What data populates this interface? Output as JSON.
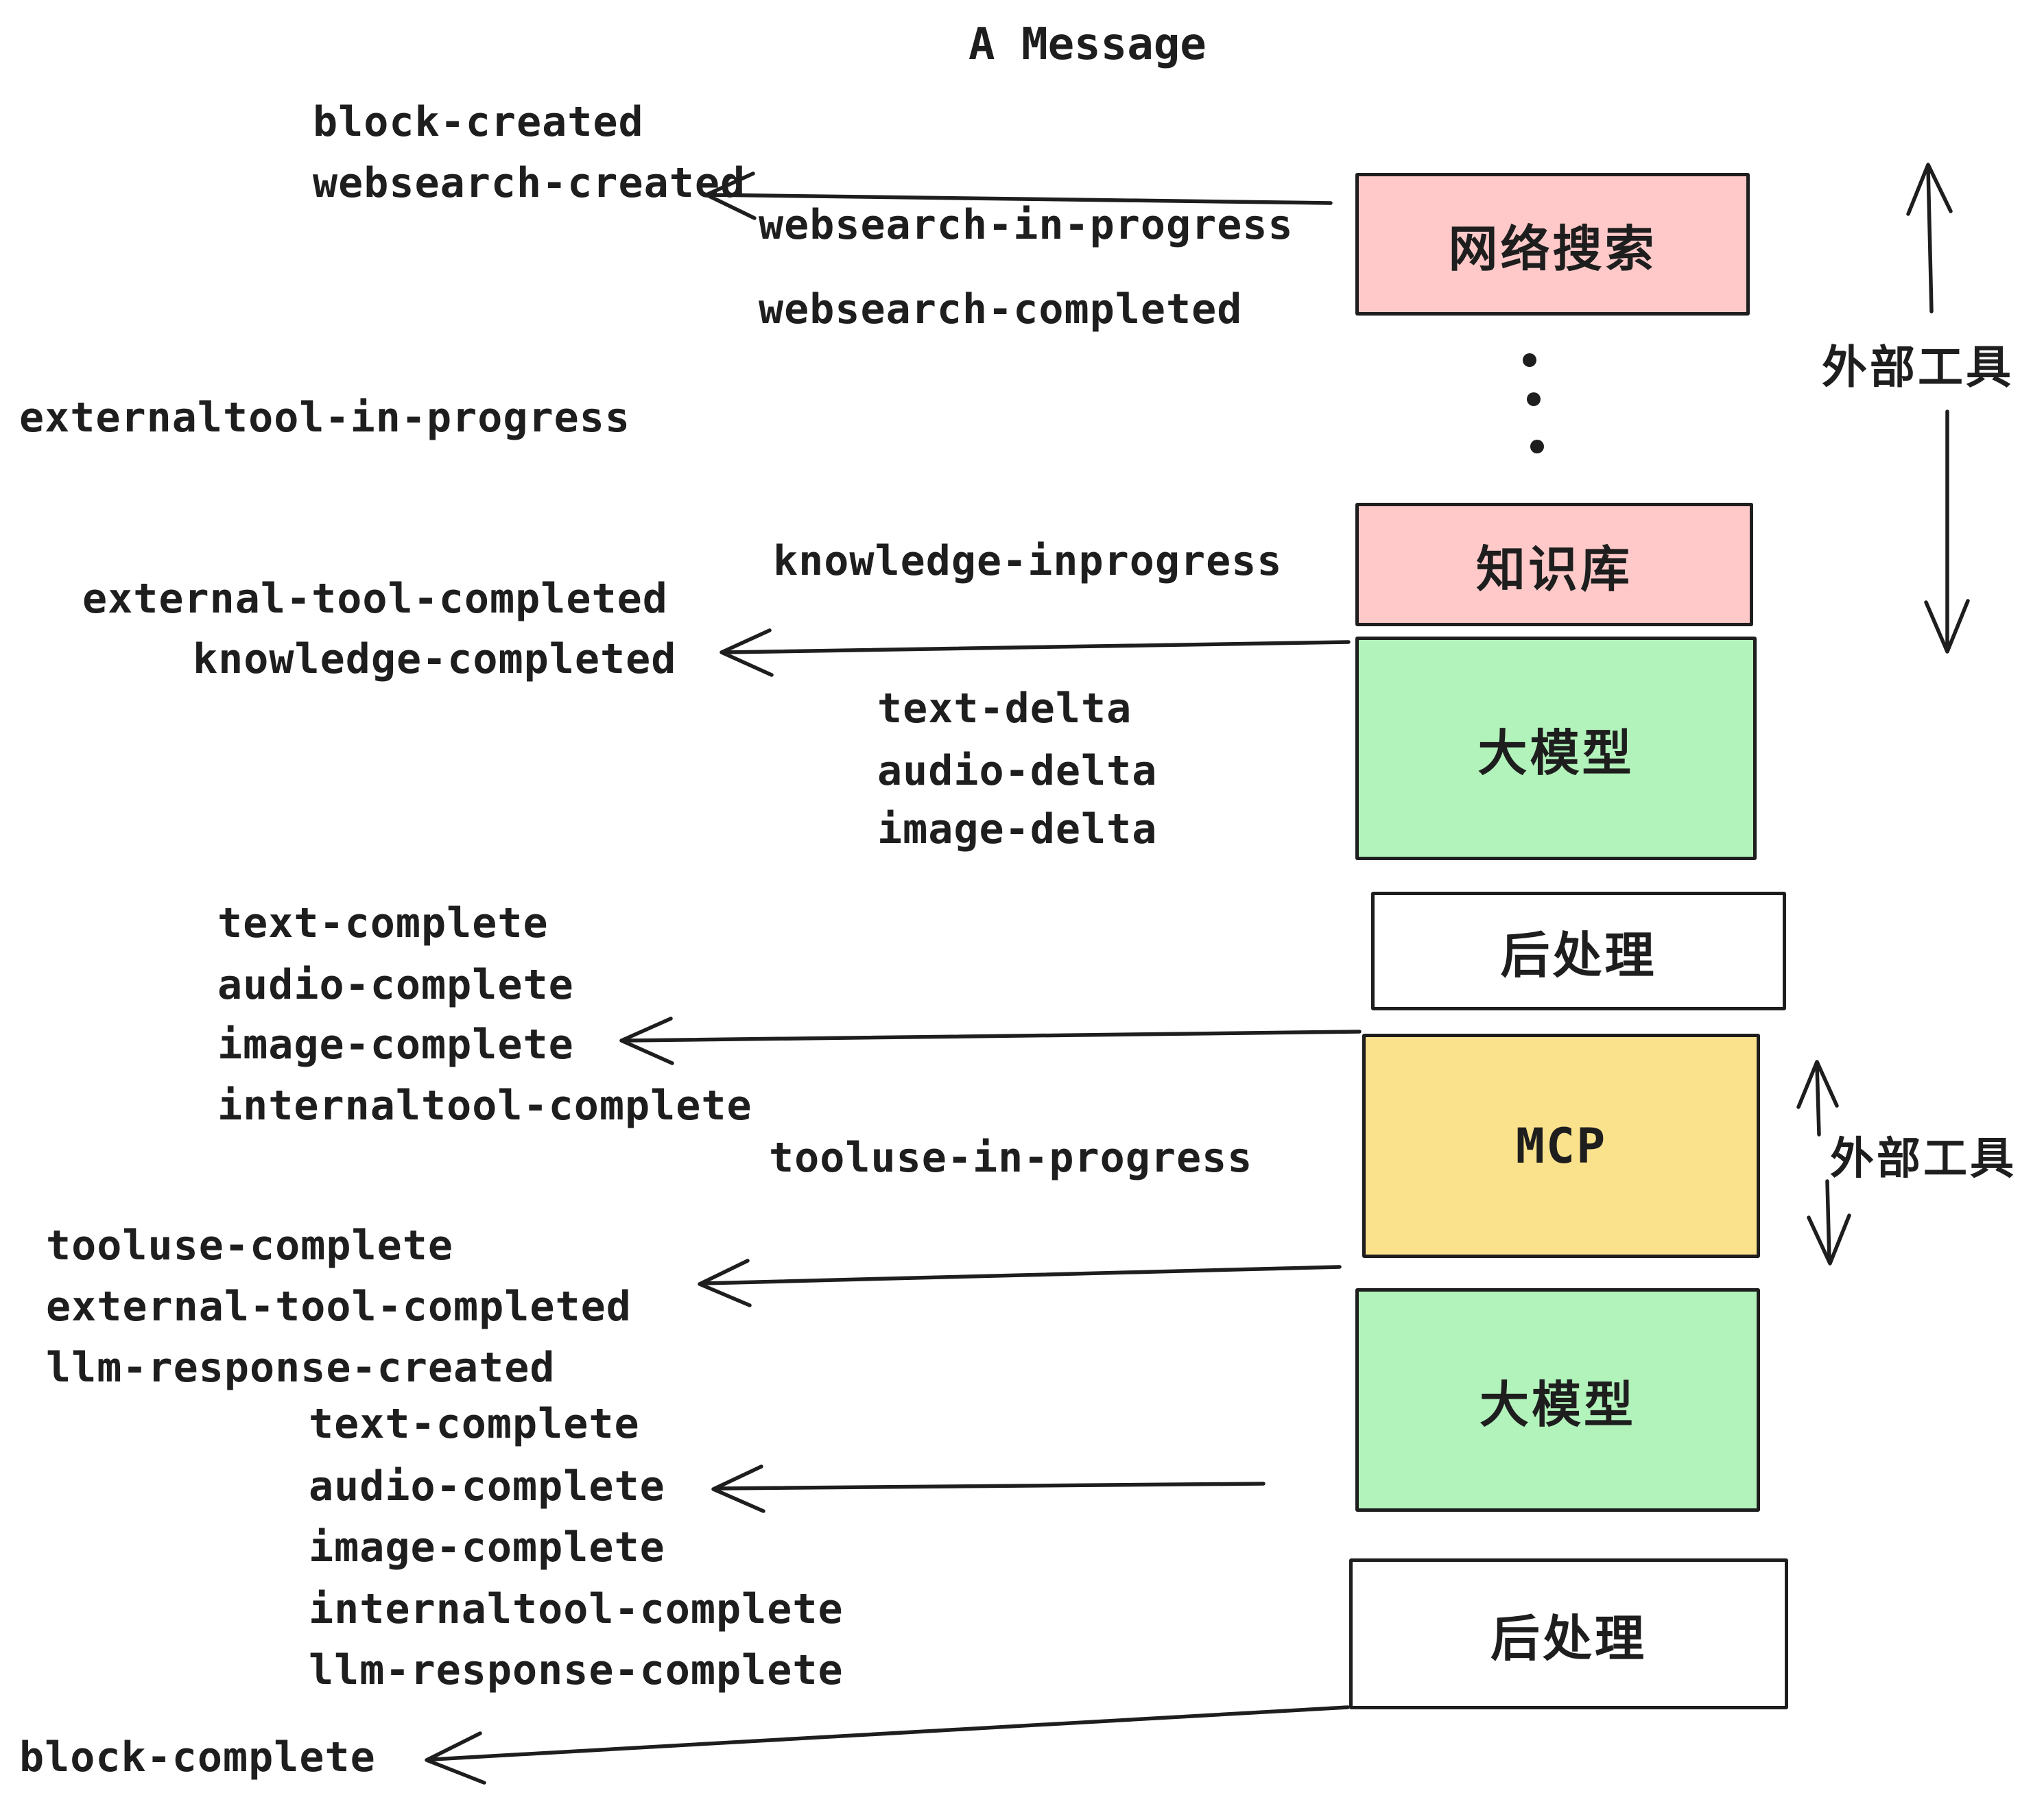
{
  "title": "A Message",
  "colors": {
    "ink": "#1e1e1e",
    "pink": "#ffc9c9",
    "green": "#b2f2bb",
    "yellow": "#fae28c",
    "white": "#ffffff"
  },
  "boxes": [
    {
      "id": "websearch",
      "label": "网络搜索",
      "fill": "#ffc9c9"
    },
    {
      "id": "knowledge",
      "label": "知识库",
      "fill": "#ffc9c9"
    },
    {
      "id": "llm-1",
      "label": "大模型",
      "fill": "#b2f2bb"
    },
    {
      "id": "postprocess-1",
      "label": "后处理",
      "fill": "#ffffff"
    },
    {
      "id": "mcp",
      "label": "MCP",
      "fill": "#fae28c"
    },
    {
      "id": "llm-2",
      "label": "大模型",
      "fill": "#b2f2bb"
    },
    {
      "id": "postprocess-2",
      "label": "后处理",
      "fill": "#ffffff"
    }
  ],
  "events": [
    {
      "name": "block-created"
    },
    {
      "name": "websearch-created"
    },
    {
      "name": "websearch-in-progress"
    },
    {
      "name": "websearch-completed"
    },
    {
      "name": "externaltool-in-progress"
    },
    {
      "name": "knowledge-inprogress"
    },
    {
      "name": "external-tool-completed"
    },
    {
      "name": "knowledge-completed"
    },
    {
      "name": "text-delta"
    },
    {
      "name": "audio-delta"
    },
    {
      "name": "image-delta"
    },
    {
      "name": "text-complete"
    },
    {
      "name": "audio-complete"
    },
    {
      "name": "image-complete"
    },
    {
      "name": "internaltool-complete"
    },
    {
      "name": "tooluse-in-progress"
    },
    {
      "name": "tooluse-complete"
    },
    {
      "name": "external-tool-completed"
    },
    {
      "name": "llm-response-created"
    },
    {
      "name": "text-complete"
    },
    {
      "name": "audio-complete"
    },
    {
      "name": "image-complete"
    },
    {
      "name": "internaltool-complete"
    },
    {
      "name": "llm-response-complete"
    },
    {
      "name": "block-complete"
    }
  ],
  "annotations": [
    {
      "id": "external-tools-top",
      "label": "外部工具"
    },
    {
      "id": "external-tools-mcp",
      "label": "外部工具"
    }
  ]
}
